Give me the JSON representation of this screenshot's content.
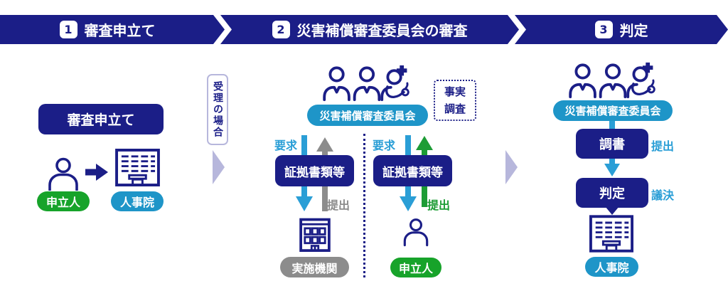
{
  "colors": {
    "navy": "#1b1e87",
    "teal": "#1e95c8",
    "green": "#17a32a",
    "green_arrow": "#1d9c35",
    "gray": "#8c8c8c",
    "cyan": "#2a9ed6",
    "lavender": "#b7b7dc"
  },
  "banner": {
    "steps": [
      {
        "num": "1",
        "label": "審査申立て"
      },
      {
        "num": "2",
        "label": "災害補償審査委員会の審査"
      },
      {
        "num": "3",
        "label": "判定"
      }
    ]
  },
  "left": {
    "process_box": "審査申立て",
    "petitioner": "申立人",
    "npa": "人事院"
  },
  "transition": {
    "accepted_case": "受理の場合"
  },
  "middle": {
    "committee": "災害補償審査委員会",
    "fact_finding": "事実調査",
    "agency_flow": {
      "request": "要求",
      "evidence": "証拠書類等",
      "submit": "提出",
      "party": "実施機関"
    },
    "petitioner_flow": {
      "request": "要求",
      "evidence": "証拠書類等",
      "submit": "提出",
      "party": "申立人"
    }
  },
  "right": {
    "committee": "災害補償審査委員会",
    "record": "調書",
    "submit": "提出",
    "decision": "判定",
    "vote": "議決",
    "npa": "人事院"
  },
  "icons": {
    "person": "person-icon",
    "committee": "committee-members-icon",
    "doctor": "doctor-member-icon",
    "building_hq": "government-building-icon",
    "building_office": "office-building-icon",
    "right_arrow": "flow-arrow-right-icon",
    "down_arrow": "arrow-down-icon",
    "up_arrow": "arrow-up-icon"
  }
}
